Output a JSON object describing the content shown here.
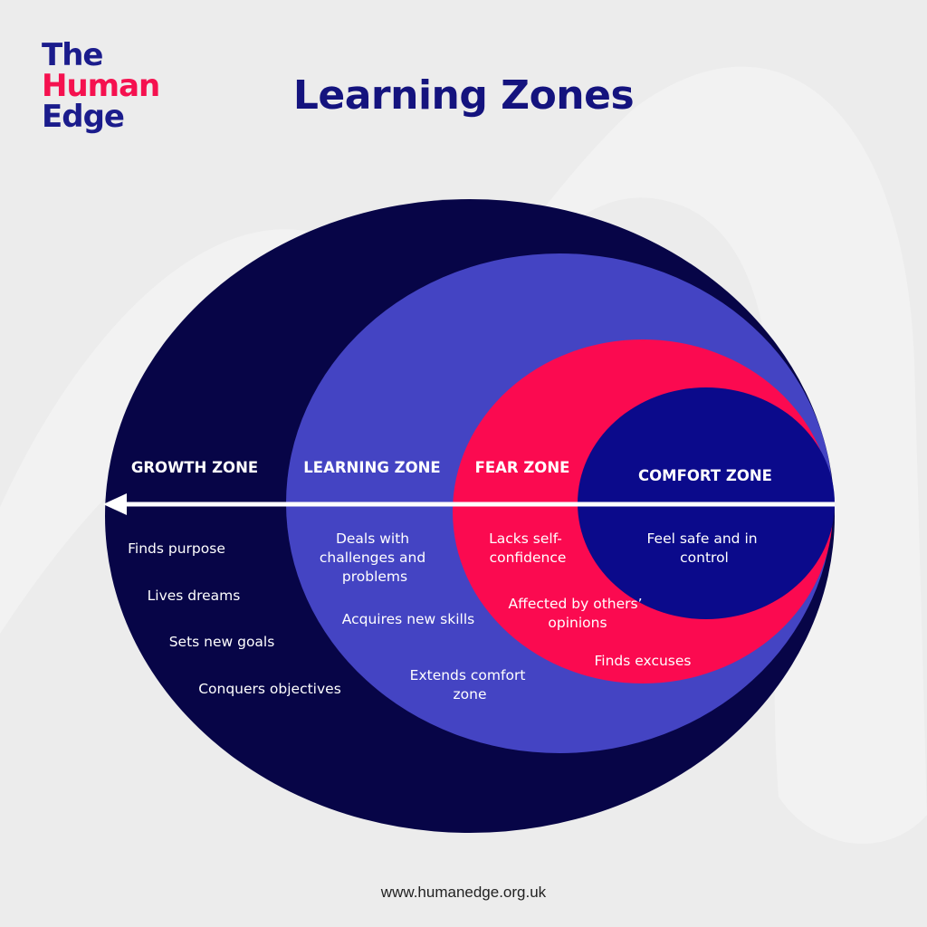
{
  "brand": {
    "line1": "The",
    "line2": "Human",
    "line3": "Edge",
    "colors": {
      "navy": "#1b1c8c",
      "pink": "#f5114f"
    }
  },
  "title": "Learning Zones",
  "footer": "www.humanedge.org.uk",
  "zones": {
    "growth": {
      "label": "GROWTH ZONE",
      "color": "#070547",
      "items": [
        "Finds purpose",
        "Lives dreams",
        "Sets new goals",
        "Conquers objectives"
      ]
    },
    "learning": {
      "label": "LEARNING ZONE",
      "color": "#4444c3",
      "items": [
        [
          "Deals with",
          "challenges and",
          "problems"
        ],
        [
          "Acquires new skills"
        ],
        [
          "Extends comfort",
          "zone"
        ]
      ]
    },
    "fear": {
      "label": "FEAR ZONE",
      "color": "#fb0a50",
      "items": [
        [
          "Lacks self-",
          "confidence"
        ],
        [
          "Affected by others’",
          "opinions"
        ],
        [
          "Finds excuses"
        ]
      ]
    },
    "comfort": {
      "label": "COMFORT ZONE",
      "color": "#0b0a8b",
      "items": [
        [
          "Feel safe and in",
          "control"
        ]
      ]
    }
  }
}
